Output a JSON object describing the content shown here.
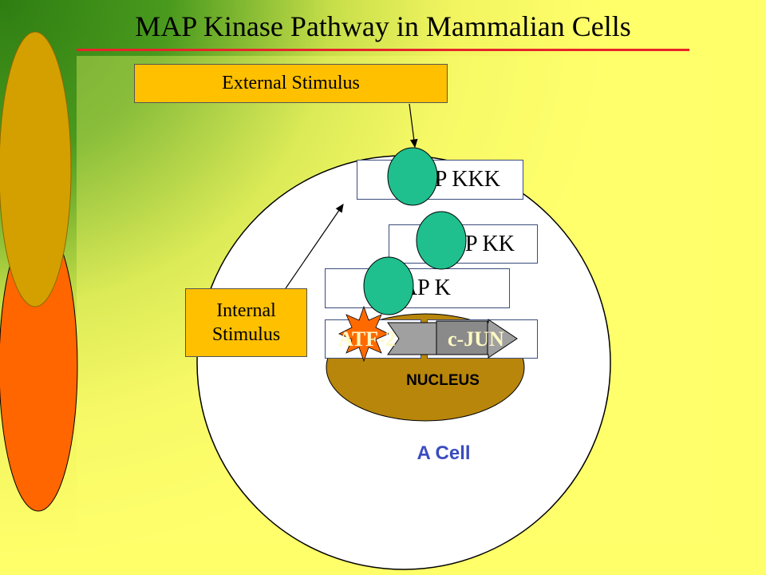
{
  "title": "MAP Kinase Pathway in Mammalian Cells",
  "stimuli": {
    "external": "External Stimulus",
    "internal_line1": "Internal",
    "internal_line2": "Stimulus"
  },
  "kinases": {
    "mapkkk": "MAP KKK",
    "mapkk": "MAP KK",
    "mapk": "MAP K"
  },
  "transcription_factors": {
    "atf2": "ATF-2",
    "cjun": "c-JUN"
  },
  "nucleus_label": "NUCLEUS",
  "cell_label": "A Cell",
  "colors": {
    "title_rule": "#e8242a",
    "stimulus_box": "#ffc000",
    "kinase_oval": "#1fbf8e",
    "nucleus": "#b8860b",
    "atf_star": "#ff6a00",
    "cell_label": "#3a4bc0",
    "background_yellow": "#ffff66",
    "background_green": "#3f9a1c"
  }
}
